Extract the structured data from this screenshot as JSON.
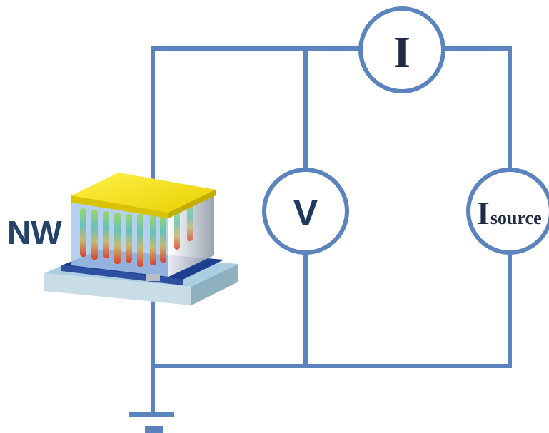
{
  "device": {
    "label": "NW"
  },
  "meters": {
    "current": {
      "label": "I"
    },
    "voltage": {
      "label": "V"
    },
    "source": {
      "label": "I",
      "subscript": "source"
    }
  },
  "colors": {
    "wire": "#5b84bf",
    "electrode_top": "#f5e419",
    "substrate_base": "#a9cfe0",
    "label_text": "#1f3a5f"
  }
}
